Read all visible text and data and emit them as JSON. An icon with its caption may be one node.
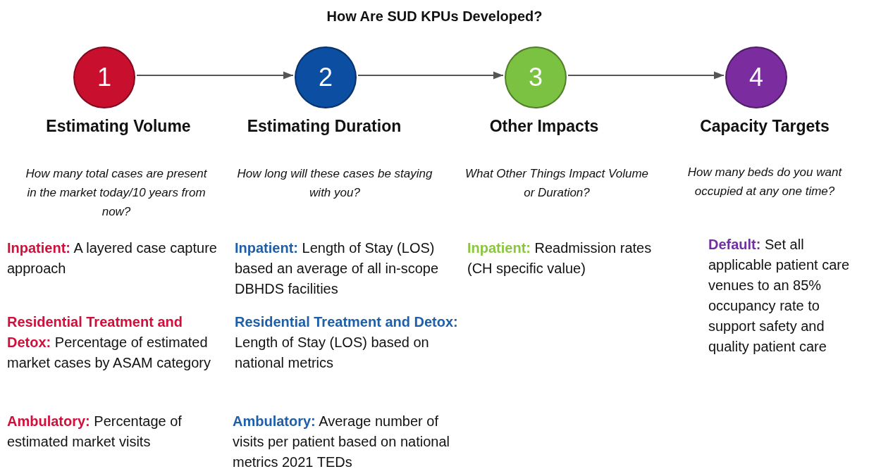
{
  "diagram": {
    "title": "How Are SUD KPUs Developed?",
    "nodes": [
      {
        "text": [
          "1"
        ],
        "beside": [
          "Estimating Volume"
        ]
      },
      {
        "text": [
          "2"
        ],
        "beside": [
          "Estimating Duration"
        ]
      },
      {
        "text": [
          "3"
        ],
        "beside": [
          "Other Impacts"
        ]
      },
      {
        "text": [
          "4"
        ],
        "beside": [
          "Capacity Targets"
        ]
      }
    ],
    "edges": [
      {
        "from": 0,
        "to": 1,
        "arrow": "to"
      },
      {
        "from": 1,
        "to": 2,
        "arrow": "to"
      },
      {
        "from": 2,
        "to": 3,
        "arrow": "to"
      }
    ],
    "labels": [
      "How many total cases are present in the market today/10 years from now?",
      "**Inpatient:** A layered case capture approach",
      "**Residential Treatment and Detox:** Percentage of estimated market cases by ASAM category",
      "**Ambulatory:** Percentage of estimated market visits",
      "How long will these cases be staying with you?",
      "**Inpatient:** Length of Stay (LOS) based an average of all in-scope DBHDS facilities",
      "**Residential Treatment and Detox:** Length of Stay (LOS) based on national metrics",
      "**Ambulatory:** Average number of visits per patient based on national metrics 2021 TEDs",
      "What Other Things Impact Volume or Duration?",
      "**Inpatient:** Readmission rates (CH specific value)",
      "How many beds do you want occupied at any one time?",
      "**Default:** Set all applicable patient care venues to an 85% occupancy rate to support safety and quality patient care"
    ]
  }
}
